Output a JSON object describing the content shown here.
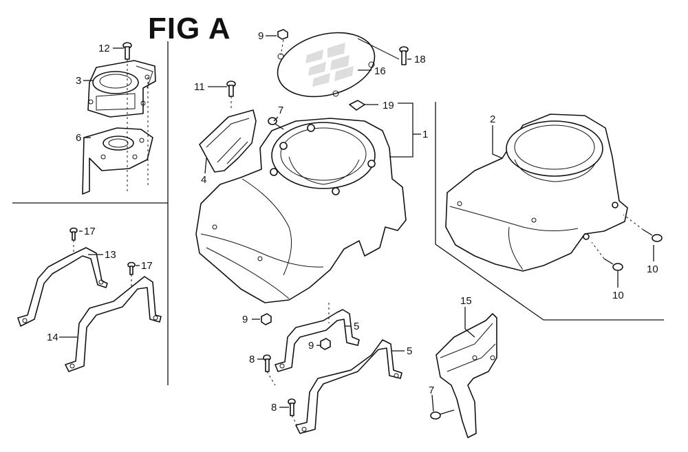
{
  "figure": {
    "title": "FIG A"
  },
  "callouts": [
    {
      "id": "c12a",
      "label": "12"
    },
    {
      "id": "c3",
      "label": "3"
    },
    {
      "id": "c6",
      "label": "6"
    },
    {
      "id": "c11",
      "label": "11"
    },
    {
      "id": "c4",
      "label": "4"
    },
    {
      "id": "c9a",
      "label": "9"
    },
    {
      "id": "c16",
      "label": "16"
    },
    {
      "id": "c18",
      "label": "18"
    },
    {
      "id": "c7a",
      "label": "7"
    },
    {
      "id": "c19",
      "label": "19"
    },
    {
      "id": "c1",
      "label": "1"
    },
    {
      "id": "c2",
      "label": "2"
    },
    {
      "id": "c17a",
      "label": "17"
    },
    {
      "id": "c13",
      "label": "13"
    },
    {
      "id": "c17b",
      "label": "17"
    },
    {
      "id": "c14",
      "label": "14"
    },
    {
      "id": "c9b",
      "label": "9"
    },
    {
      "id": "c5a",
      "label": "5"
    },
    {
      "id": "c9c",
      "label": "9"
    },
    {
      "id": "c5b",
      "label": "5"
    },
    {
      "id": "c8a",
      "label": "8"
    },
    {
      "id": "c8b",
      "label": "8"
    },
    {
      "id": "c15",
      "label": "15"
    },
    {
      "id": "c7b",
      "label": "7"
    },
    {
      "id": "c10a",
      "label": "10"
    },
    {
      "id": "c10b",
      "label": "10"
    }
  ]
}
